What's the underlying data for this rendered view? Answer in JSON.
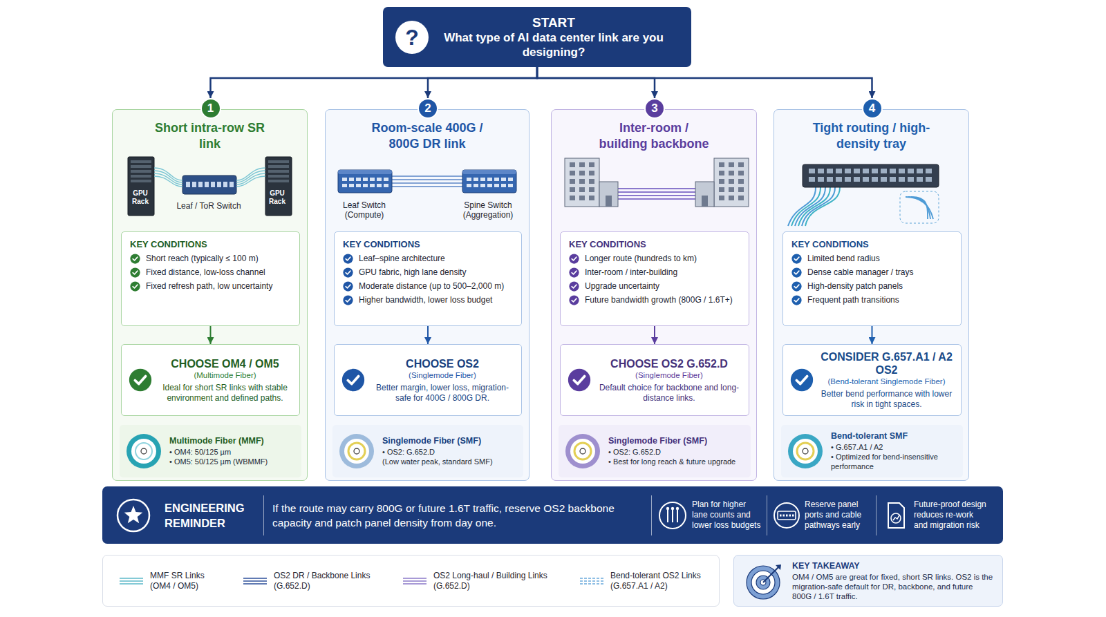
{
  "diagram": {
    "nodes": [
      {
        "text": [
          "?",
          "START",
          "What type of AI data center link are you designing?"
        ]
      },
      {
        "text": [
          "Short intra-row SR link"
        ]
      },
      {
        "text": [
          "1"
        ],
        "in": 1
      },
      {
        "text": [
          "KEY CONDITIONS",
          "Short reach (typically ≤ 100 m)",
          "Fixed distance, low-loss channel",
          "Fixed refresh path, low uncertainty"
        ],
        "in": 1
      },
      {
        "text": [
          "CHOOSE OM4 / OM5",
          "(Multimode Fiber)",
          "Ideal for short SR links with stable environment and defined paths."
        ],
        "in": 1
      },
      {
        "text": [
          "Multimode Fiber (MMF)",
          "• OM4: 50/125 µm",
          "• OM5: 50/125 µm (WBMMF)"
        ],
        "in": 1
      },
      {
        "text": [
          "Room-scale 400G / 800G DR link"
        ]
      },
      {
        "text": [
          "2"
        ],
        "in": 6
      },
      {
        "text": [
          "KEY CONDITIONS",
          "Leaf–spine architecture",
          "GPU fabric, high lane density",
          "Moderate distance (up to 500–2,000 m)",
          "Higher bandwidth, lower loss budget"
        ],
        "in": 6
      },
      {
        "text": [
          "CHOOSE OS2",
          "(Singlemode Fiber)",
          "Better margin, lower loss, migration-safe for 400G / 800G DR."
        ],
        "in": 6
      },
      {
        "text": [
          "Singlemode Fiber (SMF)",
          "• OS2: G.652.D",
          "(Low water peak, standard SMF)"
        ],
        "in": 6
      },
      {
        "text": [
          "Inter-room / building backbone"
        ]
      },
      {
        "text": [
          "3"
        ],
        "in": 11
      },
      {
        "text": [
          "KEY CONDITIONS",
          "Longer route (hundreds to km)",
          "Inter-room / inter-building",
          "Upgrade uncertainty",
          "Future bandwidth growth (800G / 1.6T+)"
        ],
        "in": 11
      },
      {
        "text": [
          "CHOOSE OS2 G.652.D",
          "(Singlemode Fiber)",
          "Default choice for backbone and long-distance links."
        ],
        "in": 11
      },
      {
        "text": [
          "Singlemode Fiber (SMF)",
          "• OS2: G.652.D",
          "• Best for long reach & future upgrade"
        ],
        "in": 11
      },
      {
        "text": [
          "Tight routing / high-density tray"
        ]
      },
      {
        "text": [
          "4"
        ],
        "in": 16
      },
      {
        "text": [
          "KEY CONDITIONS",
          "Limited bend radius",
          "Dense cable manager / trays",
          "High-density patch panels",
          "Frequent path transitions"
        ],
        "in": 16
      },
      {
        "text": [
          "CONSIDER G.657.A1 / A2 OS2",
          "(Bend-tolerant Singlemode Fiber)",
          "Better bend performance with lower risk in tight spaces."
        ],
        "in": 16
      },
      {
        "text": [
          "Bend-tolerant SMF",
          "• G.657.A1 / A2",
          "• Optimized for bend-insensitive performance"
        ],
        "in": 16
      },
      {
        "text": [
          "ENGINEERING REMINDER",
          "If the route may carry 800G or future 1.6T traffic, reserve OS2 backbone capacity and patch panel density from day one.",
          "Plan for higher lane counts and lower loss budgets",
          "Reserve panel ports and cable pathways early",
          "Future-proof design reduces re-work and migration risk"
        ]
      },
      {
        "text": [
          "KEY TAKEAWAY",
          "OM4 / OM5 are great for fixed, short SR links. OS2 is the migration-safe default for DR, backbone, and future 800G / 1.6T traffic."
        ]
      }
    ],
    "edges": [
      {
        "from": 0,
        "to": 2,
        "arrow": "to"
      },
      {
        "from": 0,
        "to": 7,
        "arrow": "to"
      },
      {
        "from": 0,
        "to": 12,
        "arrow": "to"
      },
      {
        "from": 0,
        "to": 17,
        "arrow": "to"
      },
      {
        "from": 3,
        "to": 4,
        "arrow": "to"
      },
      {
        "from": 8,
        "to": 9,
        "arrow": "to"
      },
      {
        "from": 13,
        "to": 14,
        "arrow": "to"
      },
      {
        "from": 18,
        "to": 19,
        "arrow": "to"
      }
    ],
    "labels": [
      "GPU Rack",
      "Leaf / ToR Switch",
      "GPU Rack",
      "Leaf Switch (Compute)",
      "Spine Switch (Aggregation)"
    ],
    "legend": [
      {
        "text": "MMF SR Links (OM4 / OM5)"
      },
      {
        "text": "OS2 DR / Backbone Links (G.652.D)"
      },
      {
        "text": "OS2 Long-haul / Building Links (G.652.D)"
      },
      {
        "text": "Bend-tolerant OS2 Links (G.657.A1 / A2)"
      }
    ]
  }
}
